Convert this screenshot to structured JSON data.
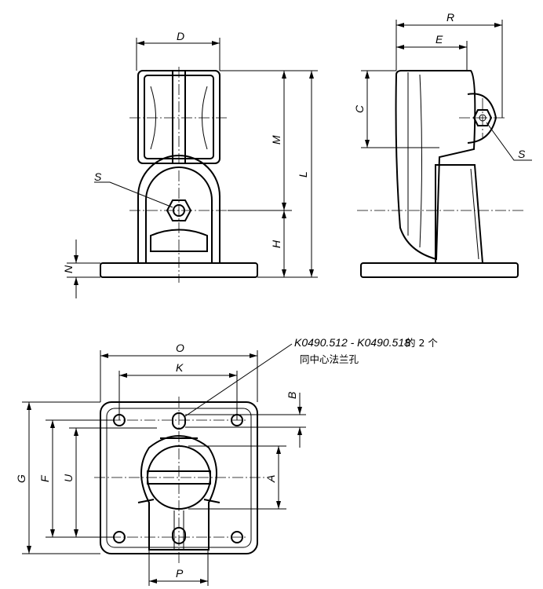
{
  "front_view": {
    "D": "D",
    "M": "M",
    "L": "L",
    "S": "S",
    "H": "H",
    "N": "N"
  },
  "side_view": {
    "R": "R",
    "E": "E",
    "C": "C",
    "S": "S"
  },
  "bottom_view": {
    "O": "O",
    "K": "K",
    "B": "B",
    "G": "G",
    "F": "F",
    "U": "U",
    "A": "A",
    "P": "P"
  },
  "annotation": {
    "line1_italic": "K0490.512 - K0490.518",
    "line1_rest": " 的 2 个",
    "line2": "同中心法兰孔"
  }
}
